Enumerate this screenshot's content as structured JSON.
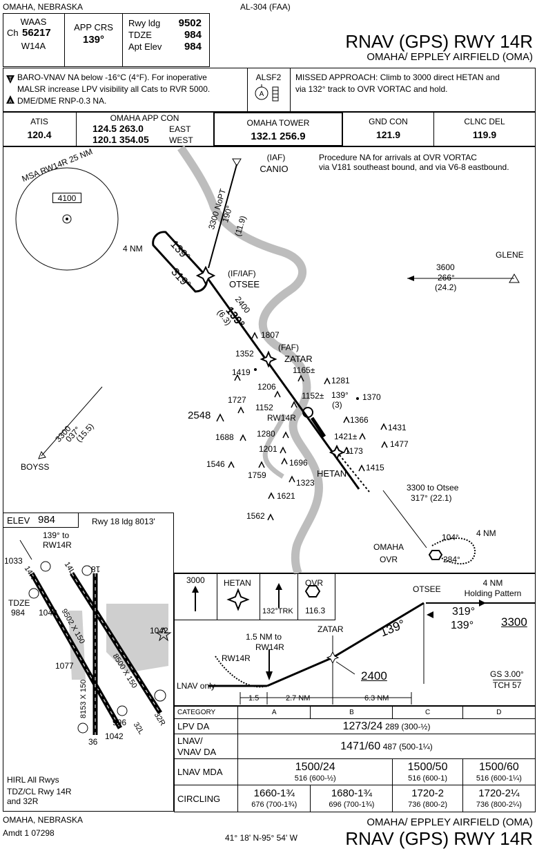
{
  "header": {
    "location": "OMAHA, NEBRASKA",
    "chart_id": "AL-304 (FAA)",
    "title": "RNAV (GPS) RWY 14R",
    "airport": "OMAHA/ EPPLEY AIRFIELD (OMA)",
    "waas_label": "WAAS",
    "ch_label": "Ch",
    "ch_value": "56217",
    "waas_id": "W14A",
    "app_crs_label": "APP CRS",
    "app_crs_value": "139°",
    "rwy_ldg_label": "Rwy ldg",
    "rwy_ldg_value": "9502",
    "tdze_label": "TDZE",
    "tdze_value": "984",
    "apt_elev_label": "Apt Elev",
    "apt_elev_value": "984"
  },
  "notes": {
    "note1": "BARO-VNAV NA below -16°C (4°F).  For inoperative",
    "note2": "MALSR increase LPV visibility all Cats to RVR 5000.",
    "note3": "DME/DME RNP-0.3 NA.",
    "alsf": "ALSF2",
    "missed1": "MISSED APPROACH:  Climb to 3000 direct HETAN and",
    "missed2": "via 132° track to OVR VORTAC and hold."
  },
  "comms": {
    "atis_label": "ATIS",
    "atis_freq": "120.4",
    "app_label": "OMAHA APP CON",
    "app_freq1": "124.5 263.0",
    "app_dir1": "EAST",
    "app_freq2": "120.1 354.05",
    "app_dir2": "WEST",
    "tower_label": "OMAHA TOWER",
    "tower_freq": "132.1  256.9",
    "gnd_label": "GND CON",
    "gnd_freq": "121.9",
    "clnc_label": "CLNC DEL",
    "clnc_freq": "119.9"
  },
  "plan": {
    "msa": "MSA RW14R 25 NM",
    "msa_alt": "4100",
    "proc_na1": "Procedure NA for arrivals at OVR VORTAC",
    "proc_na2": "via V181 southeast bound, and via V6-8 eastbound.",
    "iaf": "(IAF)",
    "canio": "CANIO",
    "nopt": "3300 NoPT",
    "nopt_crs": "190°",
    "nopt_dist": "(11.9)",
    "four_nm": "4 NM",
    "hold_in": "139°",
    "hold_out": "319°",
    "if_iaf": "(IF/IAF)",
    "otsee": "OTSEE",
    "seg_alt": "2400",
    "seg_crs": "139°",
    "seg_dist": "(6.3)",
    "glene": "GLENE",
    "glene_alt": "3600",
    "glene_crs": "266°",
    "glene_dist": "(24.2)",
    "faf": "(FAF)",
    "zatar": "ZATAR",
    "boyss": "BOYSS",
    "boyss_alt": "3300",
    "boyss_crs": "037°",
    "boyss_dist": "(15.5)",
    "rw14r": "RW14R",
    "three": "(3)",
    "hetan": "HETAN",
    "to_otsee": "3300 to Otsee",
    "to_otsee_crs": "317° (22.1)",
    "omaha": "OMAHA",
    "ovr": "OVR",
    "ovr_in": "104°",
    "ovr_out": "284°",
    "ovr_nm": "4 NM",
    "elevs": [
      "1807",
      "1352",
      "1419",
      "1165±",
      "1281",
      "1206",
      "1152±",
      "139°",
      "1370",
      "1727",
      "1152",
      "2548",
      "1366",
      "1431",
      "1688",
      "1280",
      "1421±",
      "1477",
      "1201",
      "1173",
      "1546",
      "1696",
      "1415",
      "1759",
      "1323",
      "1621",
      "1562"
    ]
  },
  "airport_diagram": {
    "elev_label": "ELEV",
    "elev_value": "984",
    "rwy18": "Rwy 18 ldg 8013'",
    "to_rw": "139° to",
    "to_rw2": "RW14R",
    "e1033": "1033",
    "tdze": "TDZE",
    "tdze_v": "984",
    "e1040": "1040",
    "e1042a": "1042",
    "e1077": "1077",
    "e996": "996",
    "e1042b": "1042",
    "r14l": "14L",
    "r14r": "14R",
    "r18": "18",
    "r36": "36",
    "r32l": "32L",
    "r32r": "32R",
    "dim1": "9502 X 150",
    "dim2": "8500 X 150",
    "dim3": "8153 X 150",
    "hirl": "HIRL All Rwys",
    "tdzcl1": "TDZ/CL Rwy 14R",
    "tdzcl2": "and 32R"
  },
  "profile": {
    "alt3000": "3000",
    "hetan": "HETAN",
    "trk": "132°TRK",
    "ovr": "OVR",
    "ovr_freq": "116.3",
    "otsee": "OTSEE",
    "hold": "4 NM",
    "hold2": "Holding Pattern",
    "crs319": "319°",
    "crs139b": "139°",
    "alt3300": "3300",
    "crs139": "139°",
    "zatar": "ZATAR",
    "alt2400": "2400",
    "nm15": "1.5 NM to",
    "nm15b": "RW14R",
    "rw14r": "RW14R",
    "lnav_only": "LNAV only",
    "gs": "GS 3.00°",
    "tch": "TCH 57",
    "d15": "1.5",
    "d27": "2.7 NM",
    "d63": "6.3 NM"
  },
  "minimums": {
    "headers": [
      "CATEGORY",
      "A",
      "B",
      "C",
      "D"
    ],
    "lpv_label": "LPV  DA",
    "lpv_main": "1273/24",
    "lpv_sub": "289 (300-½)",
    "lnavvnav_label1": "LNAV/",
    "lnavvnav_label2": "VNAV",
    "lnavvnav_da": "DA",
    "lnavvnav_main": "1471/60",
    "lnavvnav_sub": "487 (500-1¼)",
    "lnav_label": "LNAV  MDA",
    "lnav_ab": "1500/24",
    "lnav_ab_sub": "516 (600-½)",
    "lnav_c": "1500/50",
    "lnav_c_sub": "516 (600-1)",
    "lnav_d": "1500/60",
    "lnav_d_sub": "516 (600-1¼)",
    "circ_label": "CIRCLING",
    "circ_a": "1660-1¾",
    "circ_a_sub": "676 (700-1¾)",
    "circ_b": "1680-1¾",
    "circ_b_sub": "696 (700-1¾)",
    "circ_c": "1720-2",
    "circ_c_sub": "736 (800-2)",
    "circ_d": "1720-2¼",
    "circ_d_sub": "736 (800-2¼)"
  },
  "footer": {
    "location": "OMAHA, NEBRASKA",
    "amdt": "Amdt 1 07298",
    "coords": "41° 18' N-95° 54' W",
    "airport": "OMAHA/ EPPLEY AIRFIELD (OMA)",
    "title": "RNAV (GPS) RWY 14R"
  }
}
